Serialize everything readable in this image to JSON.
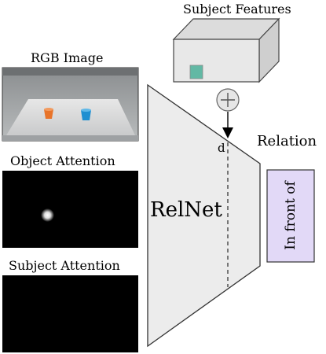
{
  "labels": {
    "subject_features": "Subject Features",
    "rgb_image": "RGB Image",
    "object_attention": "Object Attention",
    "subject_attention": "Subject Attention",
    "relnet": "RelNet",
    "relation": "Relation",
    "output": "In front of",
    "dim": "d",
    "plus": "+"
  },
  "colors": {
    "network_fill": "#ececec",
    "box_front": "#e8e8e8",
    "box_top": "#dcdcdc",
    "box_side": "#cfcfcf",
    "output_fill": "#e2d9f7",
    "attention_bg": "#000000",
    "orange_cup": "#e8742a",
    "blue_cup": "#1f8fd1",
    "patch": "#62b8a4"
  }
}
